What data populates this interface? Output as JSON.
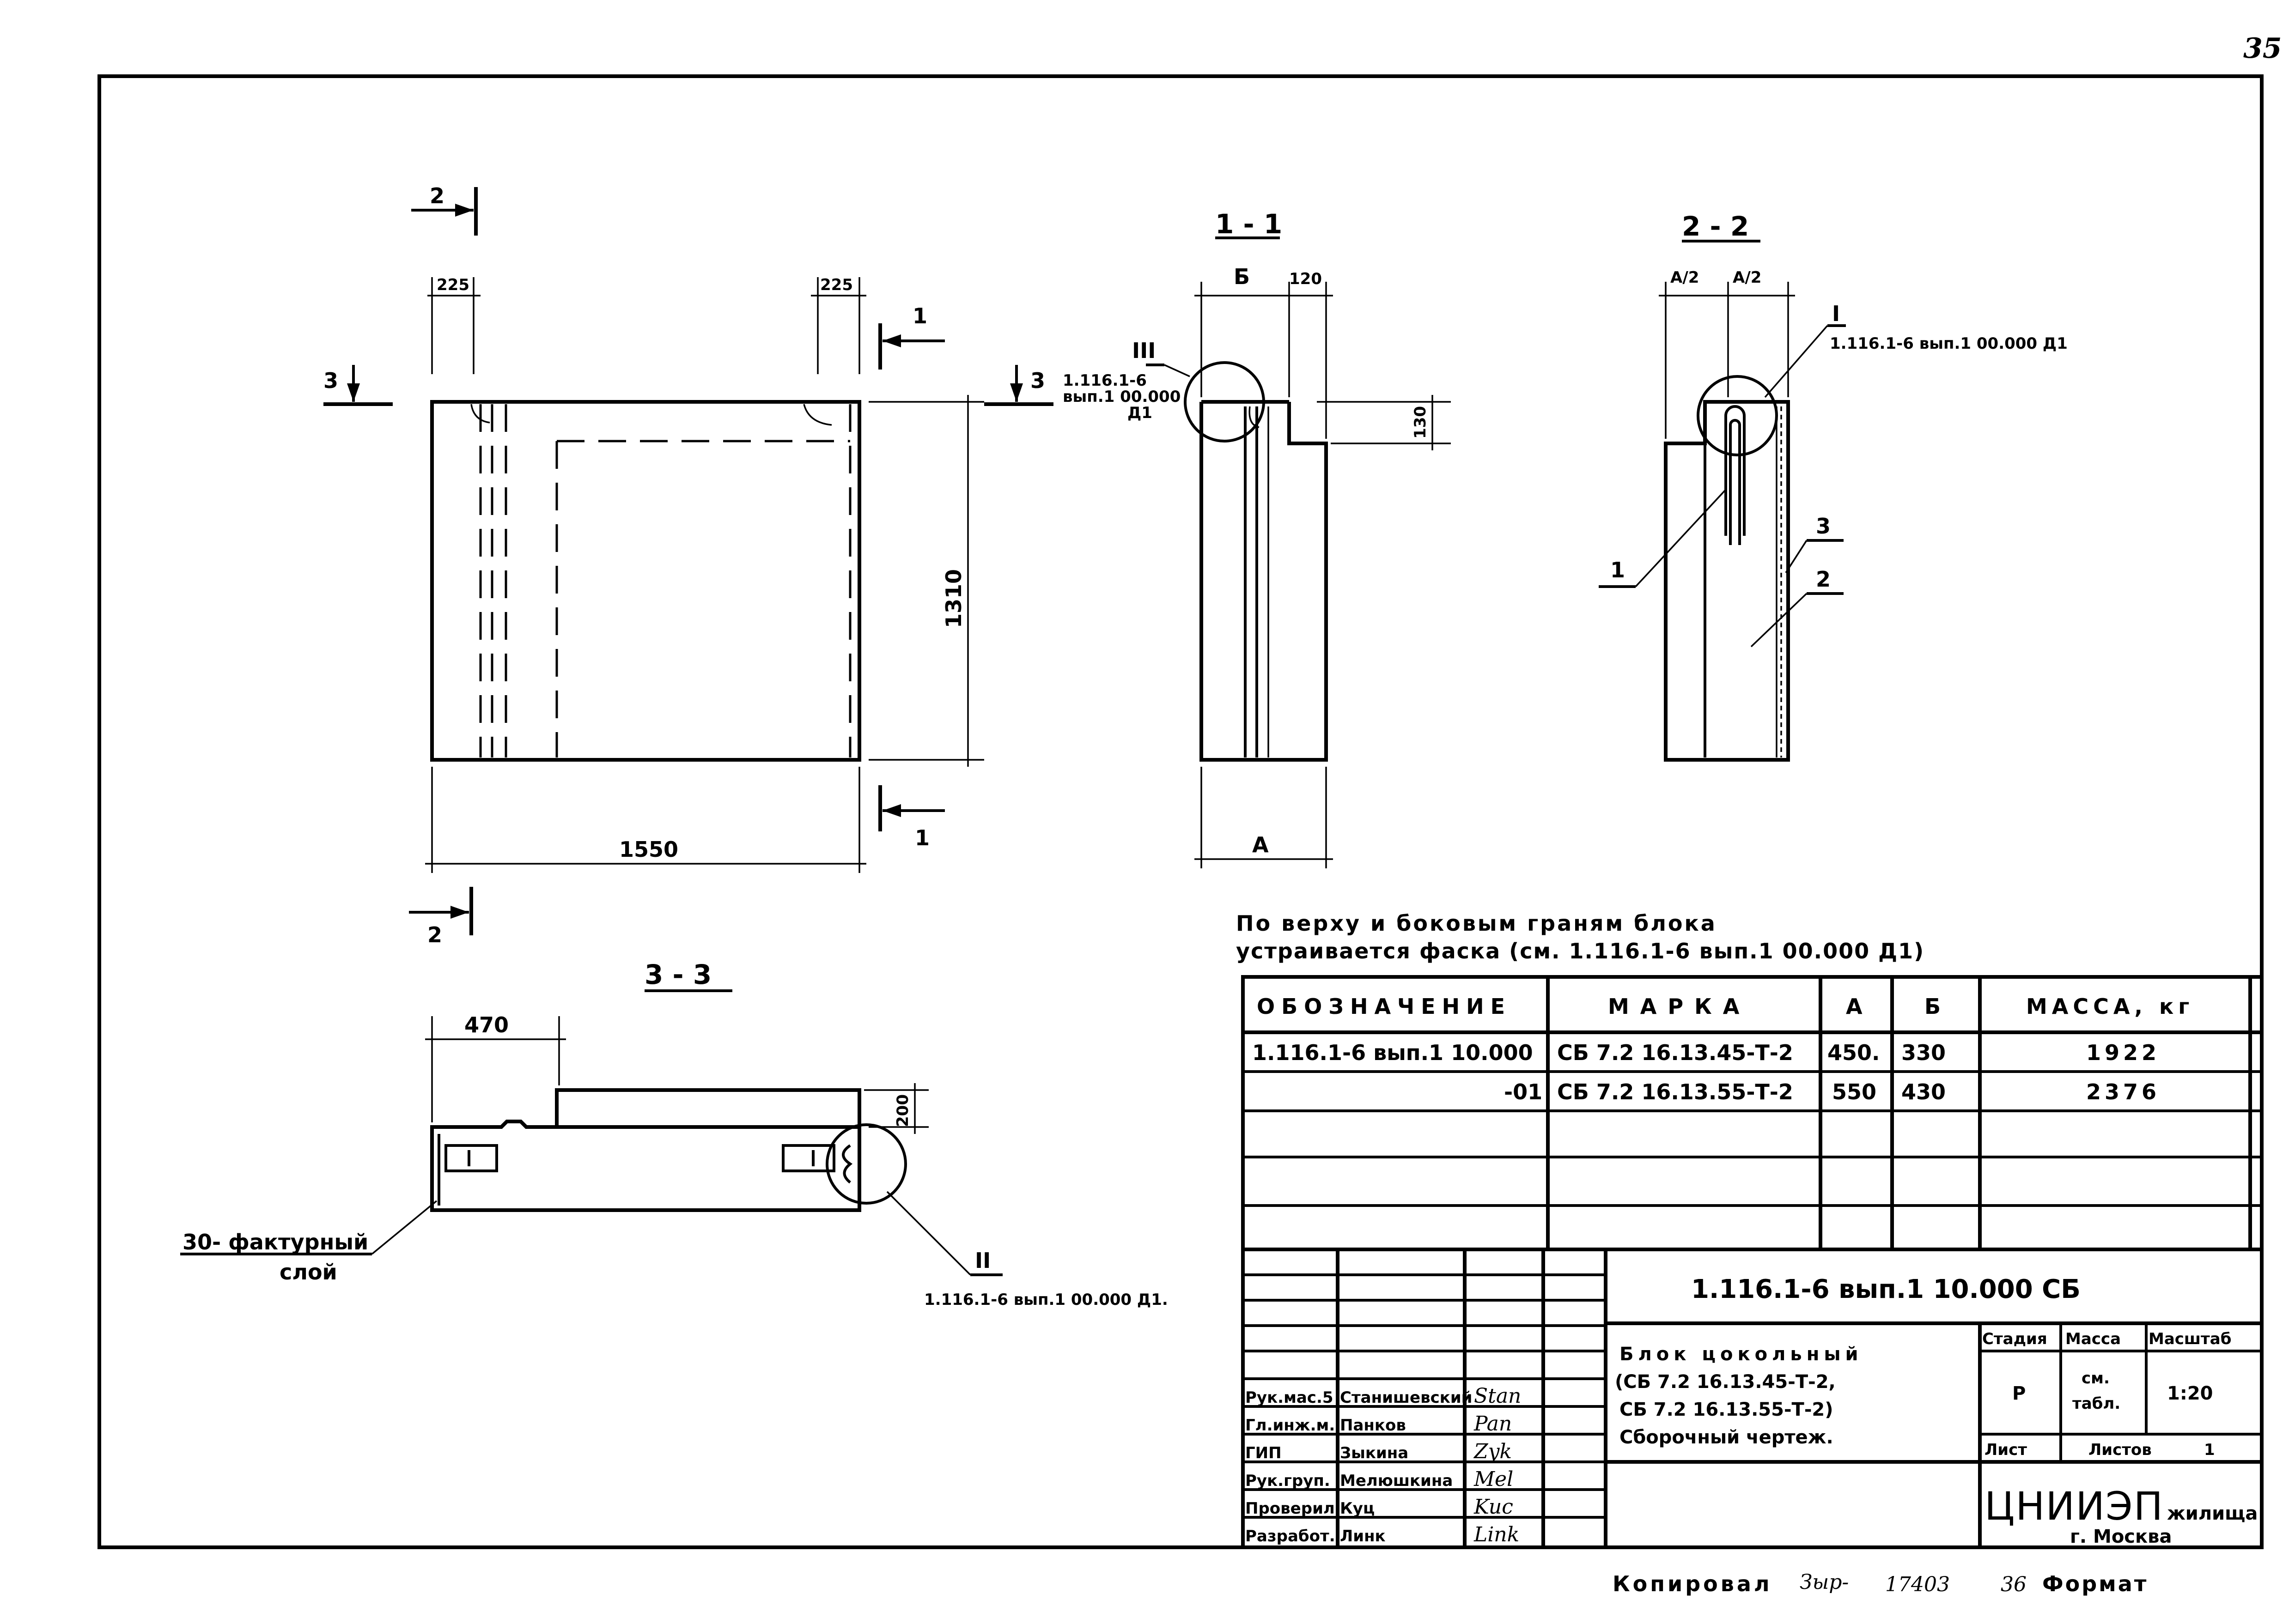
{
  "page_number": "35",
  "view_front": {
    "dim_top_left": "225",
    "dim_top_right": "225",
    "dim_height": "1310",
    "dim_width": "1550",
    "cut2_top": "2",
    "cut2_bottom": "2",
    "cut1_top": "1",
    "cut1_bottom": "1",
    "cut3_left": "3",
    "cut3_right": "3"
  },
  "section_1_1": {
    "title": "1 - 1",
    "dim_b": "Б",
    "dim_120": "120",
    "dim_130": "130",
    "dim_a": "А",
    "callout_num": "III",
    "callout_ref_line1": "1.116.1-6",
    "callout_ref_line2": "вып.1 00.000",
    "callout_ref_line3": "Д1"
  },
  "section_2_2": {
    "title": "2 - 2",
    "dim_a2_left": "А/2",
    "dim_a2_right": "А/2",
    "callout_num": "I",
    "callout_ref": "1.116.1-6 вып.1 00.000 Д1",
    "pos1": "1",
    "pos2": "2",
    "pos3": "3"
  },
  "section_3_3": {
    "title": "3 - 3",
    "dim_470": "470",
    "dim_200": "200",
    "layer_line1": "30- фактурный",
    "layer_line2": "слой",
    "callout_num": "II",
    "callout_ref": "1.116.1-6 вып.1 00.000 Д1."
  },
  "note": {
    "line1": "По верху и боковым граням блока",
    "line2": "устраивается фаска (см. 1.116.1-6 вып.1 00.000 Д1)"
  },
  "spec_table": {
    "headers": [
      "ОБОЗНАЧЕНИЕ",
      "МАРКА",
      "А",
      "Б",
      "МАССА, кг"
    ],
    "rows": [
      [
        "1.116.1-6 вып.1 10.000",
        "СБ 7.2 16.13.45-Т-2",
        "450.",
        "330",
        "1922"
      ],
      [
        "-01",
        "СБ 7.2 16.13.55-Т-2",
        "550",
        "430",
        "2376"
      ]
    ]
  },
  "title_block": {
    "doc_code": "1.116.1-6 вып.1 10.000 СБ",
    "name_line1": "Блок цокольный",
    "name_line2": "(СБ 7.2 16.13.45-Т-2,",
    "name_line3": "СБ 7.2 16.13.55-Т-2)",
    "name_line4": "Сборочный чертеж.",
    "stage_label": "Стадия",
    "mass_label": "Масса",
    "scale_label": "Масштаб",
    "stage_value": "Р",
    "mass_value_line1": "см.",
    "mass_value_line2": "табл.",
    "scale_value": "1:20",
    "sheet_label": "Лист",
    "sheets_label": "Листов",
    "sheets_value": "1",
    "org_main": "ЦНИИЭП",
    "org_sub": "жилища",
    "org_city": "г. Москва",
    "staff": [
      {
        "role": "Рук.мас.5",
        "name": "Станишевский"
      },
      {
        "role": "Гл.инж.м.",
        "name": "Панков"
      },
      {
        "role": "ГИП",
        "name": "Зыкина"
      },
      {
        "role": "Рук.груп.",
        "name": "Мелюшкина"
      },
      {
        "role": "Проверил",
        "name": "Куц"
      },
      {
        "role": "Разработ.",
        "name": "Линк"
      }
    ]
  },
  "footer": {
    "copied_label": "Копировал",
    "copied_sig": "Зыр-",
    "order_number": "17403",
    "format_number": "36",
    "format_label": "Формат"
  }
}
